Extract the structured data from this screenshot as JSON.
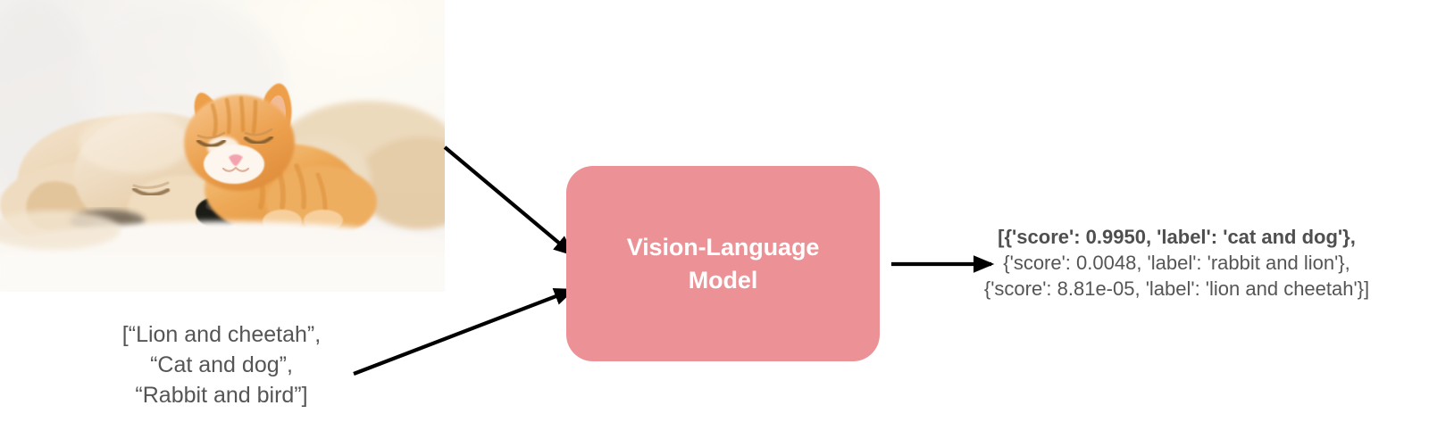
{
  "diagram": {
    "title": "Vision-Language Model zero-shot image classification pipeline",
    "background_color": "#ffffff",
    "arrow_color": "#000000",
    "text_color": "#555555"
  },
  "input_image": {
    "alt": "Photo of a sleeping golden puppy and an orange tabby kitten cuddling on a white blanket",
    "subjects": "puppy and kitten"
  },
  "prompt_labels": {
    "lines": [
      "[“Lion and cheetah”,",
      "“Cat and dog”,",
      "“Rabbit and bird”]"
    ]
  },
  "model": {
    "label": "Vision-Language\nModel",
    "box_color": "#ec9296",
    "text_color": "#ffffff"
  },
  "output": {
    "lines": [
      "[{'score': 0.9950, 'label': 'cat and dog'},",
      "{'score': 0.0048, 'label': 'rabbit and lion'},",
      "{'score': 8.81e-05, 'label': 'lion and cheetah'}]"
    ],
    "predictions": [
      {
        "score": "0.9950",
        "label": "cat and dog",
        "highlighted": true
      },
      {
        "score": "0.0048",
        "label": "rabbit and lion",
        "highlighted": false
      },
      {
        "score": "8.81e-05",
        "label": "lion and cheetah",
        "highlighted": false
      }
    ]
  }
}
